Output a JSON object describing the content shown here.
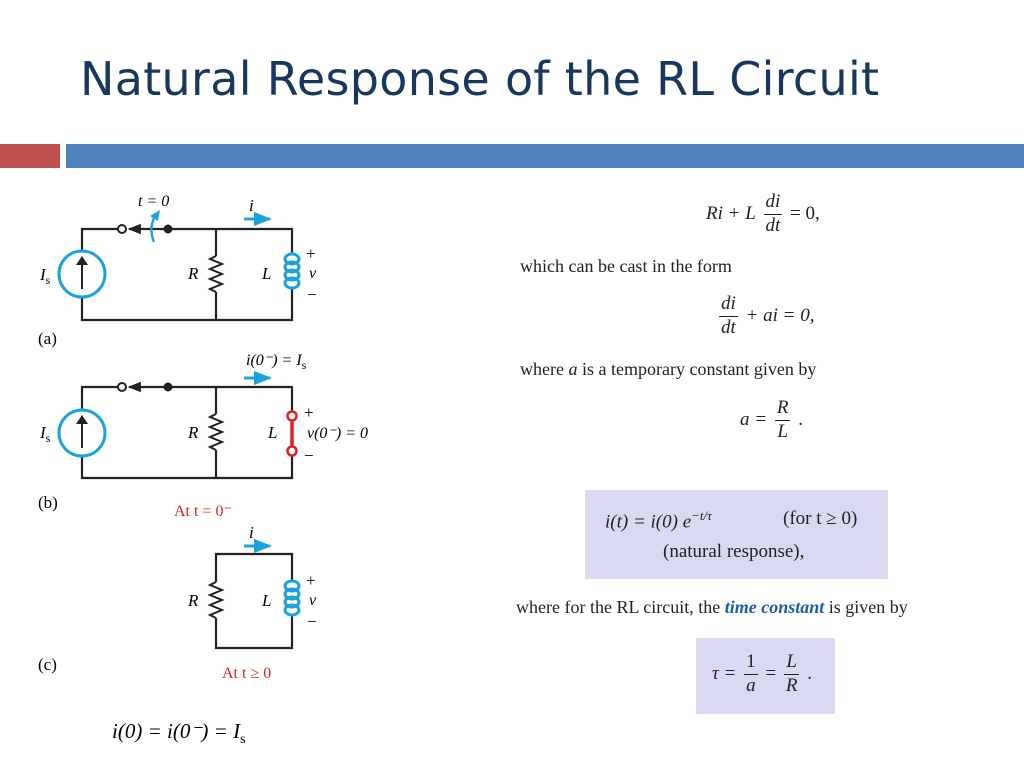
{
  "slide": {
    "title": "Natural Response of the RL Circuit"
  },
  "colors": {
    "title": "#17375e",
    "bar_red": "#c0504d",
    "bar_blue": "#4f81bd",
    "circuit_accent": "#1aa3dc",
    "switched_inductor": "#e02020",
    "caption_red": "#e02020",
    "highlight_box": "#d9d9f2",
    "emphasis_text": "#1a5da8"
  },
  "figure": {
    "a": {
      "label": "(a)",
      "switch_label": "t = 0",
      "current_label": "i",
      "source_label": "I",
      "source_sub": "s",
      "resistor_label": "R",
      "inductor_label": "L",
      "plus": "+",
      "voltage_label": "v",
      "minus": "−"
    },
    "b": {
      "label": "(b)",
      "current_label": "i(0⁻) = I",
      "current_sub": "s",
      "source_label": "I",
      "source_sub": "s",
      "resistor_label": "R",
      "inductor_label": "L",
      "plus": "+",
      "voltage_label": "v(0⁻) = 0",
      "minus": "−",
      "caption": "At t = 0⁻"
    },
    "c": {
      "label": "(c)",
      "current_label": "i",
      "resistor_label": "R",
      "inductor_label": "L",
      "plus": "+",
      "voltage_label": "v",
      "minus": "−",
      "caption": "At t ≥ 0"
    },
    "initial_condition": "i(0) = i(0⁻) = I",
    "initial_condition_sub": "s"
  },
  "content": {
    "eq1": {
      "pre": "Ri + L",
      "num": "di",
      "den": "dt",
      "post": "= 0,"
    },
    "text1": "which can be cast in the form",
    "eq2": {
      "num": "di",
      "den": "dt",
      "post": "+ ai = 0,"
    },
    "text2_pre": "where ",
    "text2_var": "a",
    "text2_post": " is a temporary constant given by",
    "eq3": {
      "pre": "a =",
      "num": "R",
      "den": "L",
      "post": "."
    },
    "box1": {
      "line1": "i(t) = i(0) e",
      "line1_sup": "−t/τ",
      "line1_cond": "(for t ≥ 0)",
      "line2": "(natural response),"
    },
    "text3_pre": "where for the RL circuit, the ",
    "text3_emph": "time constant",
    "text3_post": " is given by",
    "box2": {
      "pre": "τ =",
      "num1": "1",
      "den1": "a",
      "mid": "=",
      "num2": "L",
      "den2": "R",
      "post": "."
    }
  }
}
